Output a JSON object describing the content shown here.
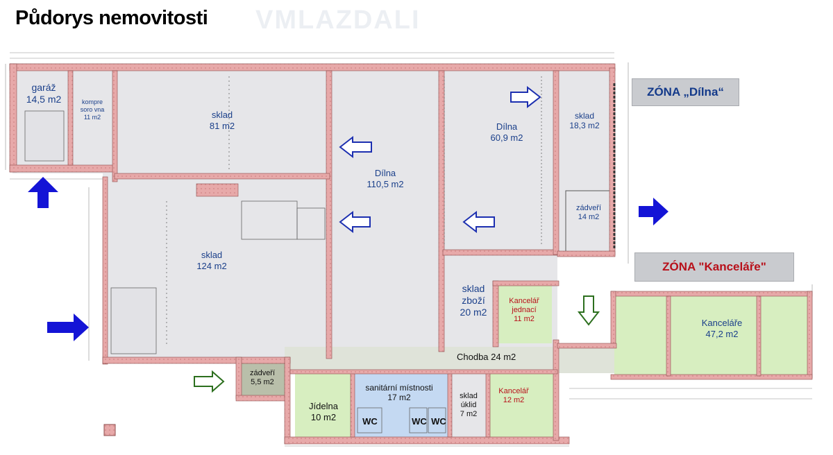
{
  "title": "Půdorys nemovitosti",
  "zones": {
    "dilna": "ZÓNA „Dílna“",
    "kancelare": "ZÓNA \"Kanceláře\""
  },
  "rooms": {
    "garaz": {
      "name": "garáž",
      "area": "14,5 m2"
    },
    "kompresorovna": {
      "name": "kompre soro vna",
      "area": "11 m2"
    },
    "sklad81": {
      "name": "sklad",
      "area": "81 m2"
    },
    "dilna110": {
      "name": "Dílna",
      "area": "110,5 m2"
    },
    "dilna60": {
      "name": "Dílna",
      "area": "60,9 m2"
    },
    "sklad18": {
      "name": "sklad",
      "area": "18,3 m2"
    },
    "zadveri14": {
      "name": "zádveří",
      "area": "14 m2"
    },
    "sklad124": {
      "name": "sklad",
      "area": "124 m2"
    },
    "skladzbozi": {
      "name": "sklad zboží",
      "area": "20 m2"
    },
    "kancjednaci": {
      "name": "Kancelář jednací",
      "area": "11 m2"
    },
    "kanc47": {
      "name": "Kanceláře",
      "area": "47,2 m2"
    },
    "chodba": {
      "name": "Chodba 24 m2"
    },
    "zadveri55": {
      "name": "zádveří",
      "area": "5,5 m2"
    },
    "jidelna": {
      "name": "Jídelna",
      "area": "10 m2"
    },
    "sanitarni": {
      "name": "sanitární místnosti",
      "area": "17 m2"
    },
    "wc": "WC",
    "skladuklid": {
      "name": "sklad úklid",
      "area": "7 m2"
    },
    "kanc12": {
      "name": "Kancelář",
      "area": "12 m2"
    }
  },
  "colors": {
    "wall": "#e2a3a3",
    "floor": "#e6e6e9",
    "office": "#d7eec0",
    "sanitary": "#c4d9f2",
    "entrance": "#b9bfaa",
    "arrow_solid": "#1414d6",
    "arrow_outline_blue": "#1c2fb0",
    "arrow_outline_green": "#2c6f1e"
  },
  "icons": [
    "entry-arrow-solid-icon",
    "flow-arrow-outline-icon",
    "entry-arrow-green-outline-icon",
    "wall-legend-icon"
  ]
}
